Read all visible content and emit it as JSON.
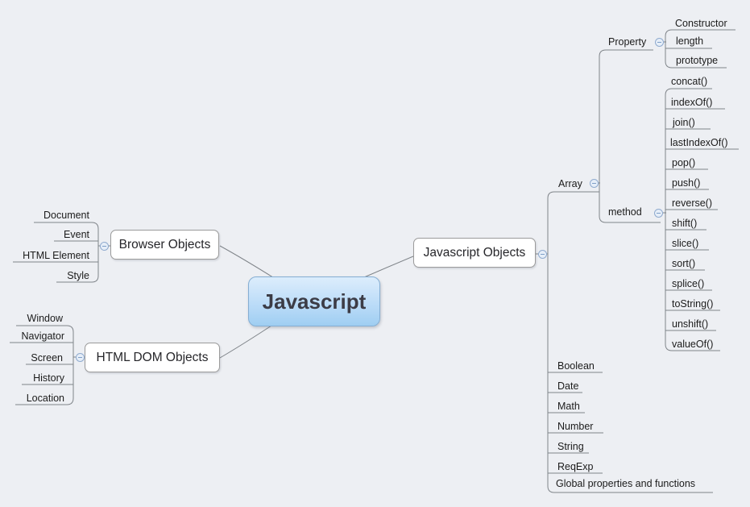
{
  "central": {
    "label": "Javascript"
  },
  "branches": {
    "browser": {
      "label": "Browser Objects",
      "children": [
        "Document",
        "Event",
        "HTML Element",
        "Style"
      ]
    },
    "dom": {
      "label": "HTML DOM Objects",
      "children": [
        "Window",
        "Navigator",
        "Screen",
        "History",
        "Location"
      ]
    },
    "js": {
      "label": "Javascript Objects",
      "array": {
        "label": "Array",
        "property": {
          "label": "Property",
          "children": [
            "Constructor",
            "length",
            "prototype"
          ]
        },
        "method": {
          "label": "method",
          "children": [
            "concat()",
            "indexOf()",
            "join()",
            "lastIndexOf()",
            "pop()",
            "push()",
            "reverse()",
            "shift()",
            "slice()",
            "sort()",
            "splice()",
            "toString()",
            "unshift()",
            "valueOf()"
          ]
        }
      },
      "others": [
        "Boolean",
        "Date",
        "Math",
        "Number",
        "String",
        "ReqExp",
        "Global properties and functions"
      ]
    }
  },
  "icons": {
    "collapse": "minus-circle"
  },
  "colors": {
    "background": "#edeff3",
    "connector_line": "#7f8489",
    "topic_background": "#ffffff",
    "topic_border": "#9b9b9b",
    "central_gradient_top": "#dcedfc",
    "central_gradient_bottom": "#9fcef2",
    "central_border": "#85aed3",
    "central_text": "#3c3c46",
    "label_text": "#1b1b1b",
    "collapse_fill": "#e6eef8",
    "collapse_border": "#90abcf"
  }
}
